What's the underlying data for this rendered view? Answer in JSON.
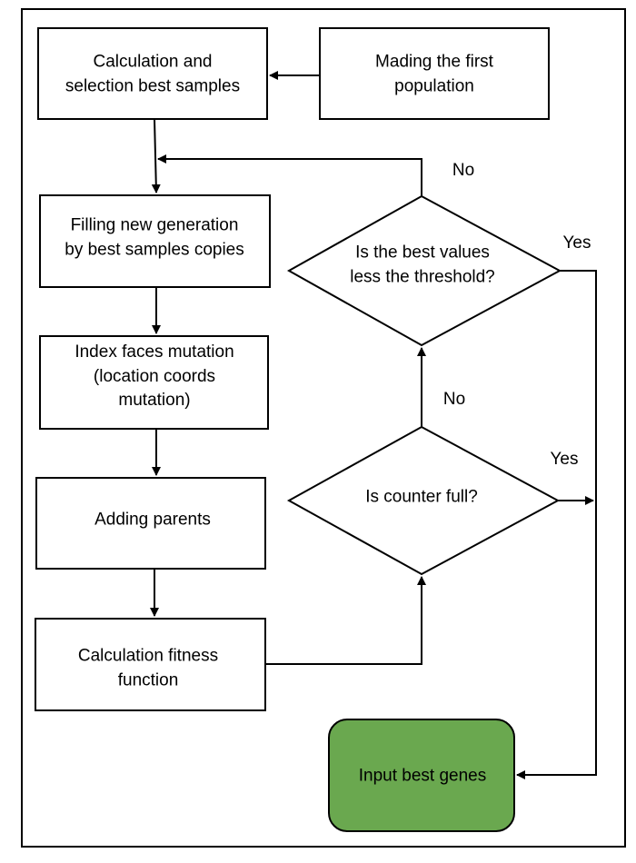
{
  "colors": {
    "stroke": "#000000",
    "box_fill": "#ffffff",
    "terminal_fill": "#6aa84f",
    "text": "#000000"
  },
  "nodes": {
    "first_population": "Mading the first\npopulation",
    "calc_selection": "Calculation and\nselection best samples",
    "filling_generation": "Filling new generation\nby best samples copies",
    "index_mutation": "Index faces mutation\n(location coords\nmutation)",
    "adding_parents": "Adding parents",
    "calc_fitness": "Calculation fitness\nfunction",
    "decision_threshold": "Is the best values\nless the threshold?",
    "decision_counter": "Is counter full?",
    "input_best_genes": "Input best genes"
  },
  "edge_labels": {
    "threshold_no": "No",
    "threshold_yes": "Yes",
    "counter_no": "No",
    "counter_yes": "Yes"
  }
}
